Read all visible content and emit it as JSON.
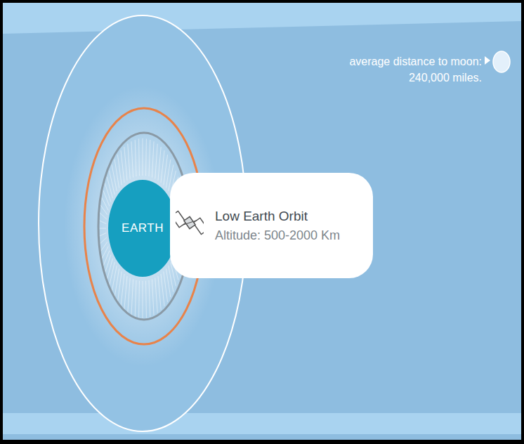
{
  "diagram": {
    "nodes": [
      {
        "text": [
          "EARTH"
        ]
      },
      {
        "text": [
          "Low Earth Orbit",
          "Altitude: 500-2000 Km"
        ]
      }
    ],
    "labels": [
      "average distance to moon: 240,000 miles."
    ]
  }
}
